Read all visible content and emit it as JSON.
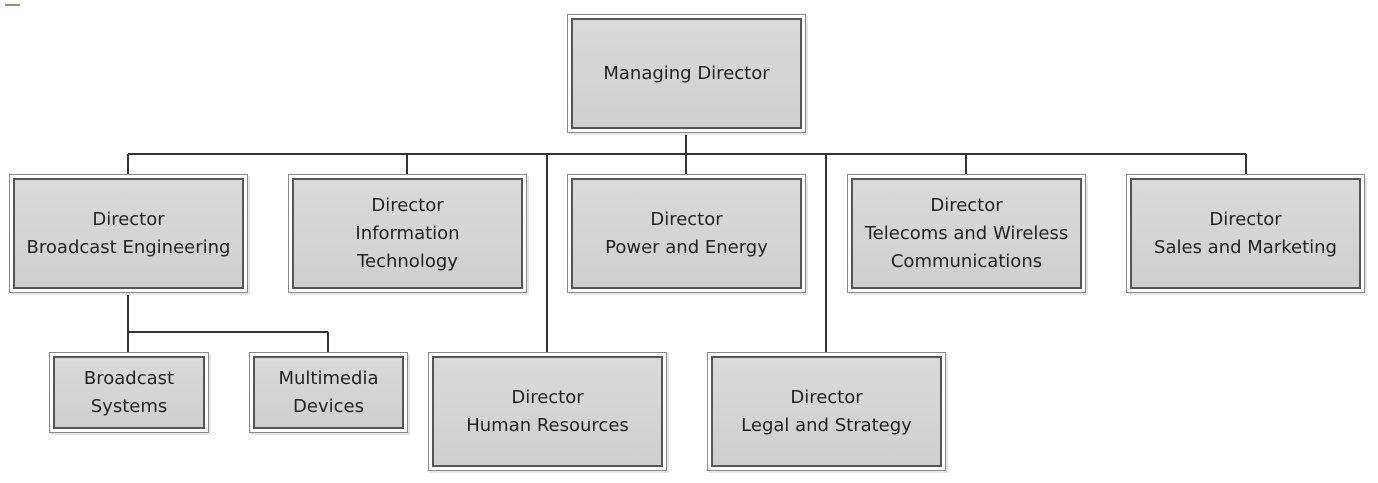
{
  "root": {
    "lines": [
      "Managing Director"
    ]
  },
  "directors": [
    {
      "lines": [
        "Director",
        "Broadcast Engineering"
      ]
    },
    {
      "lines": [
        "Director",
        "Information",
        "Technology"
      ]
    },
    {
      "lines": [
        "Director",
        "Power and Energy"
      ]
    },
    {
      "lines": [
        "Director",
        "Telecoms and Wireless",
        "Communications"
      ]
    },
    {
      "lines": [
        "Director",
        "Sales and Marketing"
      ]
    },
    {
      "lines": [
        "Director",
        "Human Resources"
      ]
    },
    {
      "lines": [
        "Director",
        "Legal and Strategy"
      ]
    }
  ],
  "sub_units": [
    {
      "lines": [
        "Broadcast",
        "Systems"
      ]
    },
    {
      "lines": [
        "Multimedia",
        "Devices"
      ]
    }
  ]
}
